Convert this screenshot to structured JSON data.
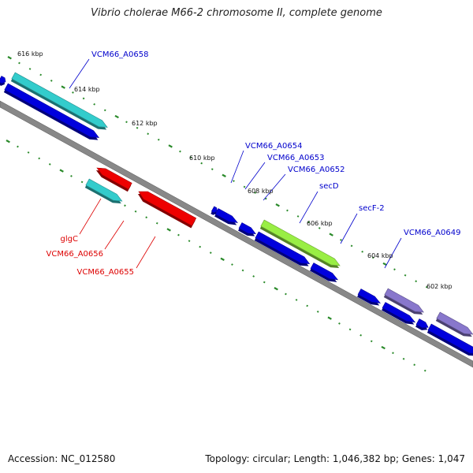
{
  "title": "Vibrio cholerae M66-2 chromosome II, complete genome",
  "footer": {
    "accession": "Accession: NC_012580",
    "summary": "Topology: circular; Length: 1,046,382 bp; Genes: 1,047"
  },
  "colors": {
    "backbone": "#888888",
    "tick": "#2a8a2a",
    "forward_gene": "#0000dd",
    "reverse_gene": "#ee0000",
    "cyan_gene": "#33cccc",
    "green_gene": "#99ee44",
    "purple_gene": "#8877cc",
    "forward_label": "#0000cc",
    "reverse_label": "#dd0000"
  },
  "ruler": [
    {
      "label": "616 kbp",
      "kbp": 616
    },
    {
      "label": "614 kbp",
      "kbp": 614
    },
    {
      "label": "612 kbp",
      "kbp": 612
    },
    {
      "label": "610 kbp",
      "kbp": 610
    },
    {
      "label": "608 kbp",
      "kbp": 608
    },
    {
      "label": "606 kbp",
      "kbp": 606
    },
    {
      "label": "604 kbp",
      "kbp": 604
    },
    {
      "label": "602 kbp",
      "kbp": 602
    }
  ],
  "gene_labels": {
    "forward": [
      "VCM66_A0658",
      "VCM66_A0654",
      "VCM66_A0653",
      "VCM66_A0652",
      "secD",
      "secF-2",
      "VCM66_A0649"
    ],
    "reverse": [
      "glgC",
      "VCM66_A0656",
      "VCM66_A0655"
    ]
  }
}
